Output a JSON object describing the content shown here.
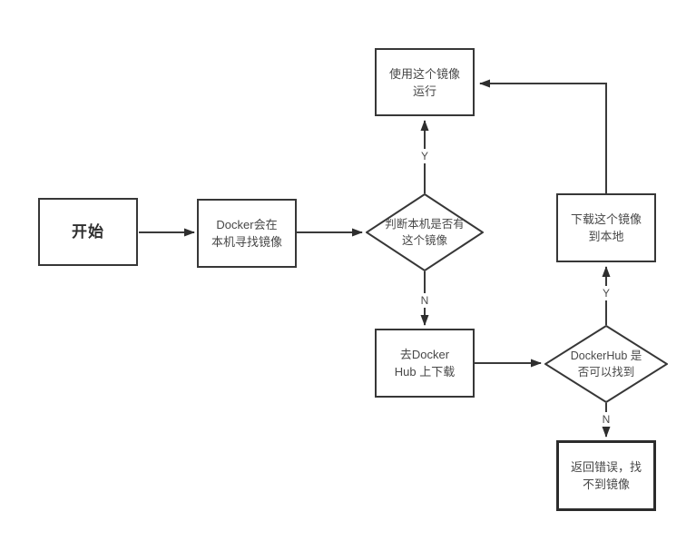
{
  "colors": {
    "background": "#ffffff",
    "line": "#3a3a3a",
    "box_border": "#373737",
    "text": "#474747"
  },
  "nodes": {
    "start": {
      "type": "process",
      "lines": [
        "开始"
      ]
    },
    "find_local": {
      "type": "process",
      "lines": [
        "Docker会在",
        "本机寻找镜像"
      ]
    },
    "check_local": {
      "type": "decision",
      "lines": [
        "判断本机是否有",
        "这个镜像"
      ]
    },
    "use_image": {
      "type": "process",
      "lines": [
        "使用这个镜像",
        "运行"
      ]
    },
    "go_dockerhub": {
      "type": "process",
      "lines": [
        "去Docker",
        "Hub 上下载"
      ]
    },
    "check_dockerhub": {
      "type": "decision",
      "lines": [
        "DockerHub 是",
        "否可以找到"
      ]
    },
    "download_local": {
      "type": "process",
      "lines": [
        "下载这个镜像",
        "到本地"
      ]
    },
    "error": {
      "type": "process",
      "lines": [
        "返回错误，找",
        "不到镜像"
      ]
    }
  },
  "edges": [
    {
      "from": "start",
      "to": "find_local",
      "label": ""
    },
    {
      "from": "find_local",
      "to": "check_local",
      "label": ""
    },
    {
      "from": "check_local",
      "to": "use_image",
      "label": "Y"
    },
    {
      "from": "check_local",
      "to": "go_dockerhub",
      "label": "N"
    },
    {
      "from": "go_dockerhub",
      "to": "check_dockerhub",
      "label": ""
    },
    {
      "from": "check_dockerhub",
      "to": "download_local",
      "label": "Y"
    },
    {
      "from": "check_dockerhub",
      "to": "error",
      "label": "N"
    },
    {
      "from": "download_local",
      "to": "use_image",
      "label": ""
    }
  ]
}
